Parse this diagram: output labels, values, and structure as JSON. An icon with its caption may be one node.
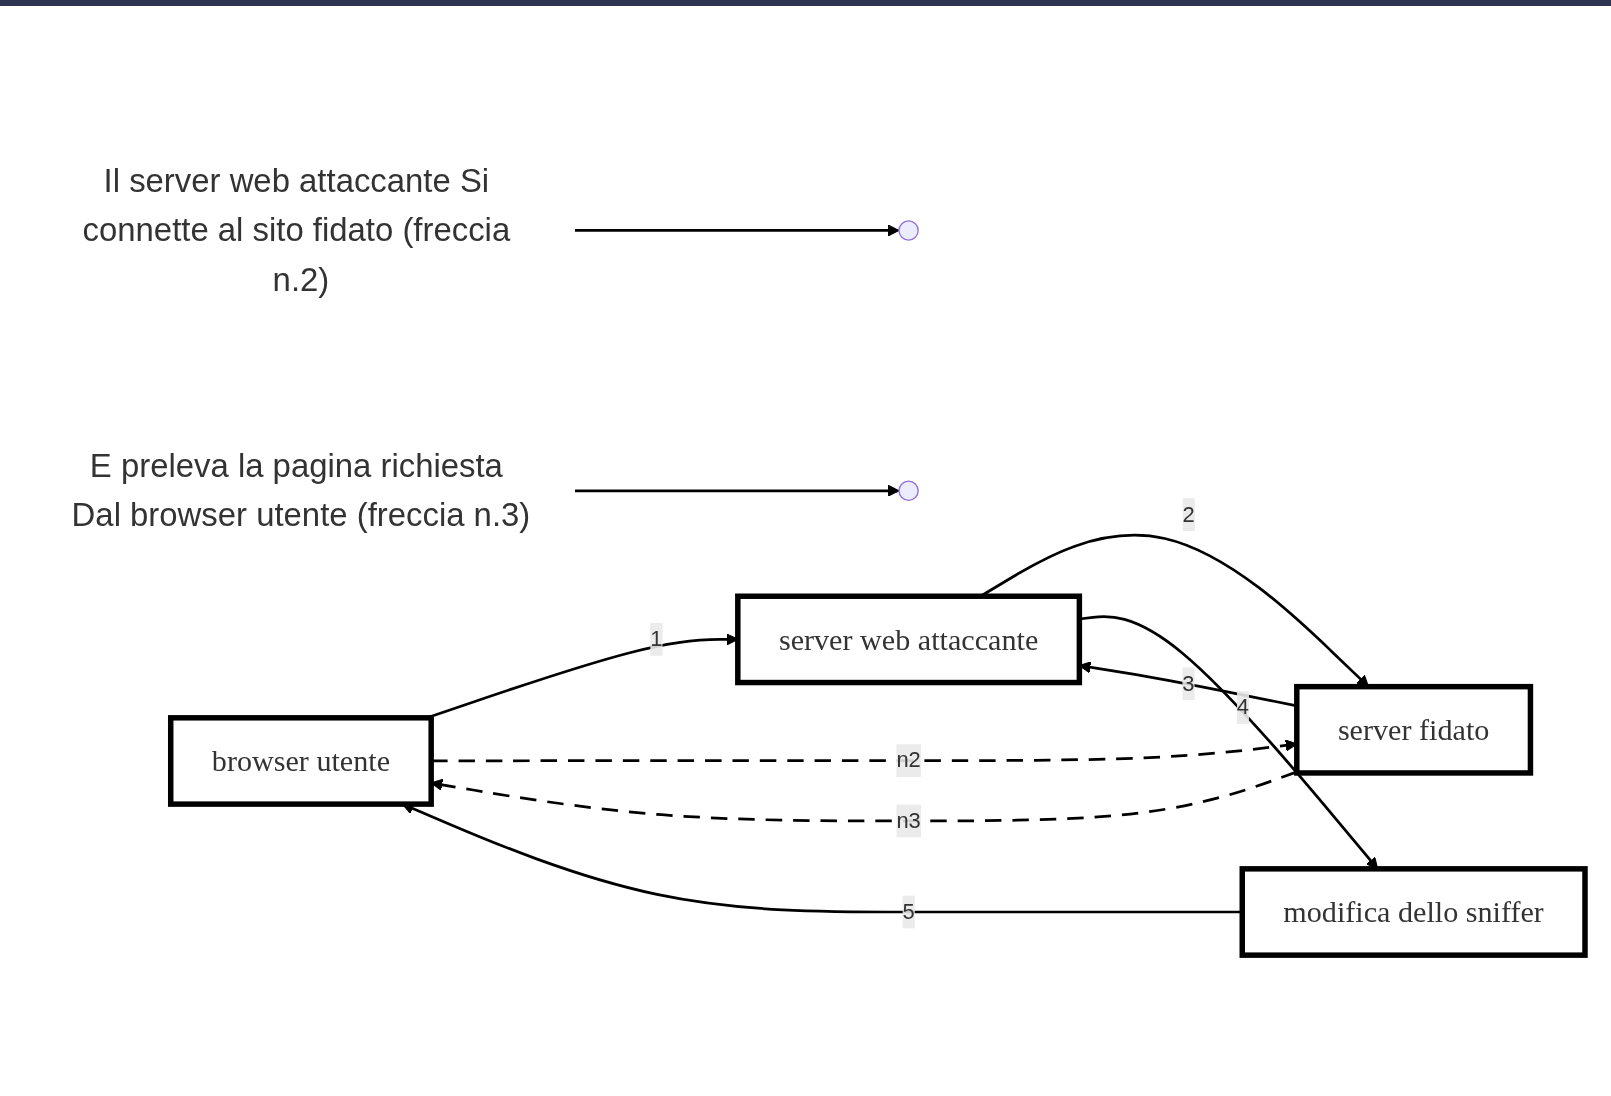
{
  "diagram": {
    "nodes": [
      {
        "text": [
          "browser utente"
        ]
      },
      {
        "text": [
          "server web attaccante"
        ]
      },
      {
        "text": [
          "server fidato"
        ]
      },
      {
        "text": [
          "modifica dello sniffer"
        ]
      },
      {
        "text": [
          "Il server web attaccante Si connette al sito fidato (freccia n.2)"
        ]
      },
      {
        "text": [
          "E preleva la pagina richiesta Dal browser utente (freccia n.3)"
        ]
      }
    ],
    "edges": [
      {
        "from": 0,
        "to": 1,
        "label": "1",
        "arrow": "to"
      },
      {
        "from": 1,
        "to": 2,
        "label": "2",
        "arrow": "to"
      },
      {
        "from": 2,
        "to": 1,
        "label": "3",
        "arrow": "to"
      },
      {
        "from": 1,
        "to": 3,
        "label": "4",
        "arrow": "to"
      },
      {
        "from": 3,
        "to": 0,
        "label": "5",
        "arrow": "to"
      },
      {
        "from": 0,
        "to": 2,
        "label": "n2",
        "arrow": "to",
        "style": "dashed"
      },
      {
        "from": 2,
        "to": 0,
        "label": "n3",
        "arrow": "to",
        "style": "dashed"
      },
      {
        "from": 4,
        "to": null,
        "arrow": "to"
      },
      {
        "from": 5,
        "to": null,
        "arrow": "to"
      }
    ]
  }
}
